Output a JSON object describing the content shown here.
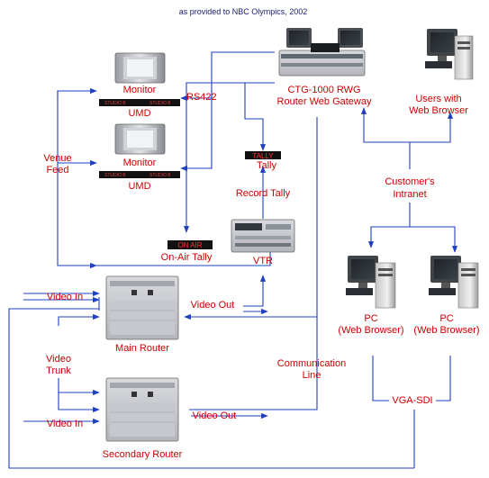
{
  "caption": "as provided to NBC Olympics, 2002",
  "nodes": {
    "gateway": {
      "line1": "CTG-1000 RWG",
      "line2": "Router Web Gateway"
    },
    "users": {
      "line1": "Users with",
      "line2": "Web Browser"
    },
    "monitor1": "Monitor",
    "umd1": "UMD",
    "monitor2": "Monitor",
    "umd2": "UMD",
    "umd_studio": "STUDIO B",
    "tally_badge": "TALLY",
    "tally": "Tally",
    "onair_badge": "ON AIR",
    "onair": "On-Air Tally",
    "vtr": "VTR",
    "main_router": "Main Router",
    "secondary_router": "Secondary Router",
    "pc1": {
      "line1": "PC",
      "line2": "(Web Browser)"
    },
    "pc2": {
      "line1": "PC",
      "line2": "(Web Browser)"
    }
  },
  "labels": {
    "rs422": "RS422",
    "venue_feed": {
      "line1": "Venue",
      "line2": "Feed"
    },
    "record_tally": "Record Tally",
    "customers_intranet": {
      "line1": "Customer's",
      "line2": "Intranet"
    },
    "video_in_1": "Video In",
    "video_out_1": "Video Out",
    "video_trunk": {
      "line1": "Video",
      "line2": "Trunk"
    },
    "communication_line": {
      "line1": "Communication",
      "line2": "Line"
    },
    "vga_sdi": "VGA-SDI",
    "video_in_2": "Video In",
    "video_out_2": "Video Out"
  }
}
